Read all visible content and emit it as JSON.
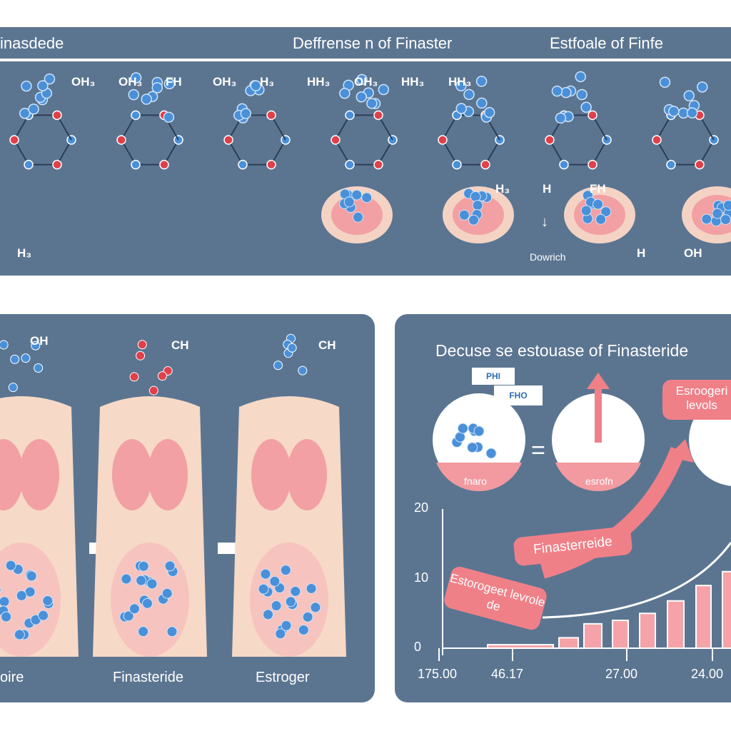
{
  "header": {
    "title_left": "inasdede",
    "title_mid": "Deffrense n of Finaster",
    "title_right": "Estfoale of Finfe"
  },
  "molecules": {
    "labels": [
      "OH₃",
      "OH₃",
      "FH",
      "OH₃",
      "H₃",
      "HH₃",
      "OH₃",
      "HH₃",
      "HH₃",
      "H₃",
      "H",
      "FH",
      "H",
      "OH",
      "H₃"
    ],
    "arrow_label": "Dowrich"
  },
  "left_panel": {
    "stage_labels": [
      "oire",
      "Finasteride",
      "Estroger"
    ],
    "mol_labels": [
      "OH",
      "CH",
      "CH"
    ]
  },
  "right_panel": {
    "title": "Decuse se estouase of Finasteride",
    "callout_1": "PHI",
    "callout_2": "FHO",
    "circle_1_label": "fnaro",
    "circle_2_label": "esrofn",
    "equals": "=",
    "pill_levels": "Esroogeri levols",
    "pill_finasteride": "Finasterreide",
    "pill_estrogen": "Estorogeet levrole de"
  },
  "colors": {
    "panel": "#5b7591",
    "pink": "#f08088",
    "blue": "#4a90d9",
    "red": "#e0404a"
  },
  "chart_data": {
    "type": "bar",
    "title": "",
    "y_ticks": [
      "0",
      "10",
      "20"
    ],
    "x_ticks": [
      "175.00",
      "46.17",
      "27.00",
      "24.00"
    ],
    "ylim": [
      0,
      20
    ],
    "values": [
      0.5,
      1.5,
      3.5,
      4,
      5,
      6.8,
      9,
      11
    ]
  }
}
